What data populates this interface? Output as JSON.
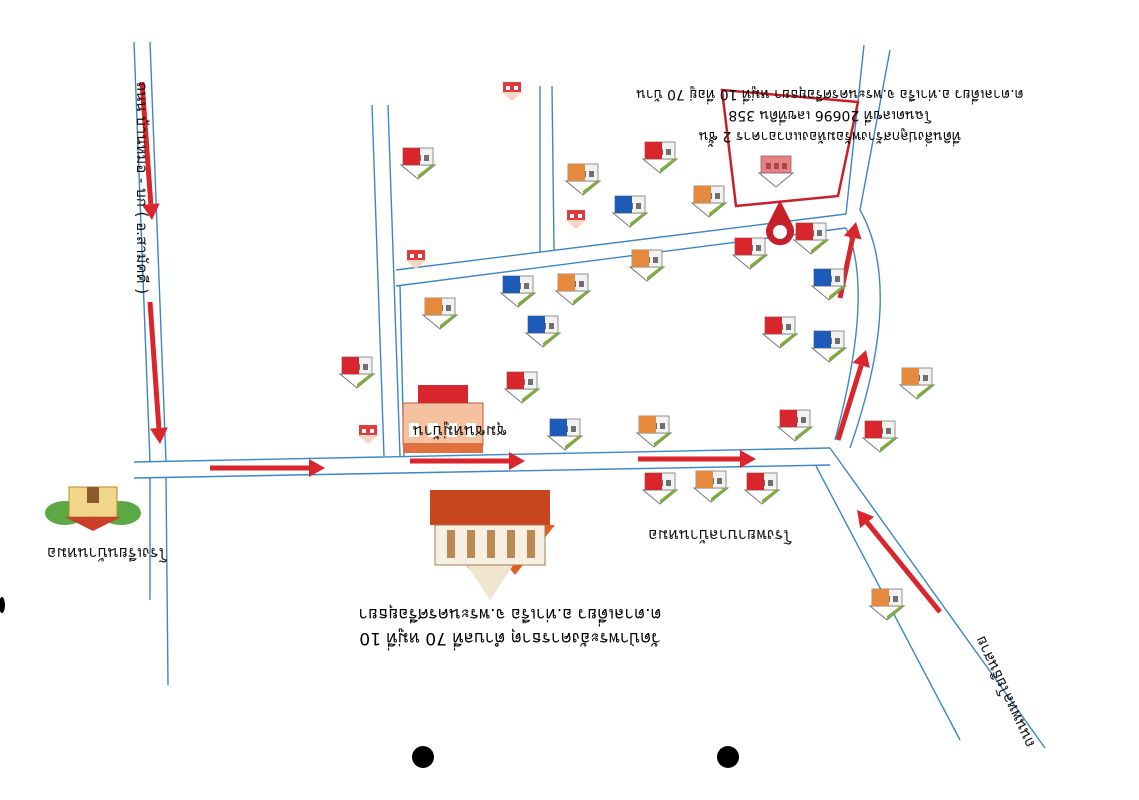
{
  "roads": {
    "left_road_label": "ถนน  บ้านหมอ - บก  ( อ.สามัคคี )",
    "bottom_road_label": "ถนนพหลโยธินสาย"
  },
  "target": {
    "line1": "ที่ดินสิ่งปลูกสร้างพร้อมห้องแถวอาคาร 2 ชั้น",
    "line2": "โฉนดเลขที่ 20696 เลขที่ดิน 358",
    "line3": "ต.ตาลเดี่ยว อ.ท่าเรือ จ.พระนครศรีอยุธยา หมู่ที่ 10 ที่อยู่ 70 บ้าน"
  },
  "temple": {
    "line1": "วัดป่าพระอังคารธาตุ  ตำบลที่ 70 หมู่ที่ 10",
    "line2": "ต.ตาลเดี่ยว อ.ท่าเรือ จ.พระนครศรีอยุธยา"
  },
  "places": {
    "school": "โรงเรียนบ้านหมอ",
    "community": "ชุมชนหมู่บ้าน",
    "hospital": "โรงพยาบาลบ้านหมอ"
  },
  "colors": {
    "road_line": "#3d86c6",
    "arrow": "#d9262c",
    "target_box": "#c8202a",
    "house_red": "#d9262c",
    "house_blue": "#1e5bb8",
    "house_orange": "#e58a3c"
  }
}
